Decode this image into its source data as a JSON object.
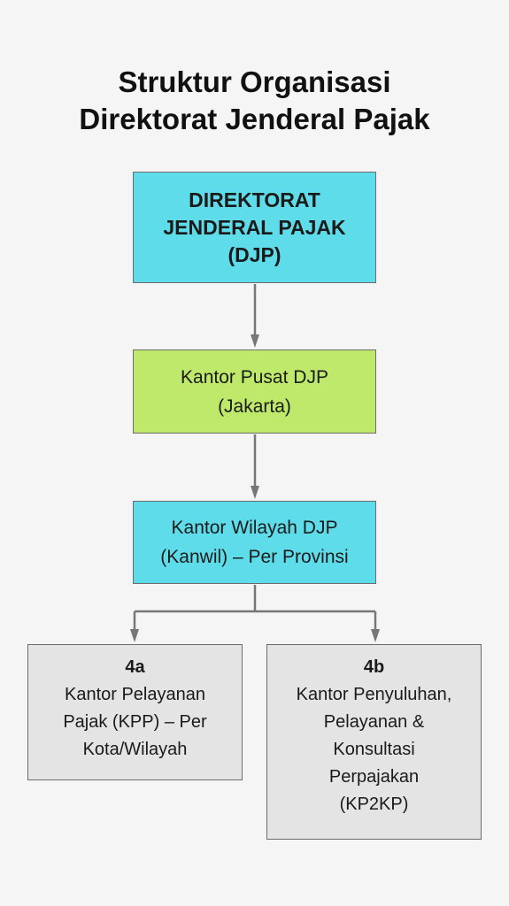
{
  "title": {
    "line1": "Struktur Organisasi",
    "line2": "Direktorat Jenderal Pajak"
  },
  "nodes": {
    "djp": {
      "lines": [
        "DIREKTORAT",
        "JENDERAL PAJAK",
        "(DJP)"
      ],
      "color": "#5fdcea"
    },
    "kantor_pusat": {
      "lines": [
        "Kantor Pusat DJP",
        "(Jakarta)"
      ],
      "color": "#bfe96b"
    },
    "kanwil": {
      "lines": [
        "Kantor Wilayah DJP",
        "(Kanwil) – Per Provinsi"
      ],
      "color": "#5fdcea"
    },
    "kpp": {
      "code": "4a",
      "lines": [
        "Kantor Pelayanan",
        "Pajak (KPP) – Per",
        "Kota/Wilayah"
      ],
      "color": "#e4e4e4"
    },
    "kp2kp": {
      "code": "4b",
      "lines": [
        "Kantor Penyuluhan,",
        "Pelayanan &",
        "Konsultasi",
        "Perpajakan",
        "(KP2KP)"
      ],
      "color": "#e4e4e4"
    }
  },
  "connector_color": "#777777"
}
